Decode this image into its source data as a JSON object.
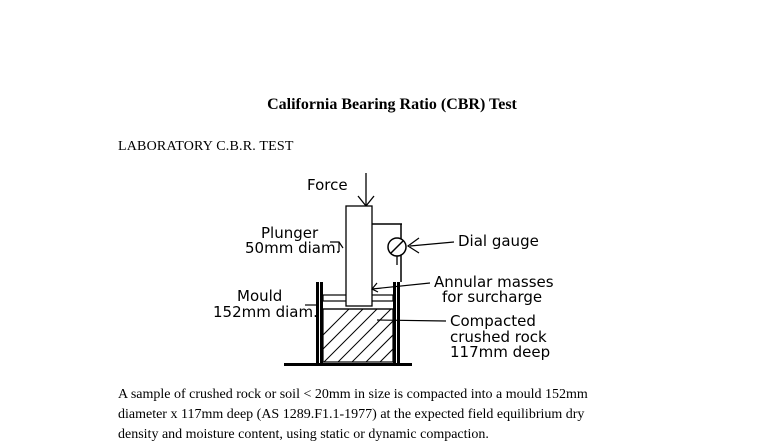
{
  "document": {
    "title": "California Bearing Ratio (CBR) Test",
    "section_heading": "LABORATORY C.B.R. TEST"
  },
  "diagram": {
    "labels": {
      "force": "Force",
      "plunger_line1": "Plunger",
      "plunger_line2": "50mm diam.",
      "dial_gauge": "Dial gauge",
      "annular_line1": "Annular masses",
      "annular_line2": "for surcharge",
      "mould_line1": "Mould",
      "mould_line2": "152mm diam.",
      "compacted_line1": "Compacted",
      "compacted_line2": "crushed rock",
      "compacted_line3": "117mm deep"
    }
  },
  "paragraph": {
    "lines": [
      "A sample of crushed rock or soil < 20mm in size is compacted into a mould 152mm",
      "diameter x 117mm deep (AS 1289.F1.1-1977) at the expected field equilibrium dry",
      "density and moisture content, using static or dynamic compaction."
    ]
  }
}
